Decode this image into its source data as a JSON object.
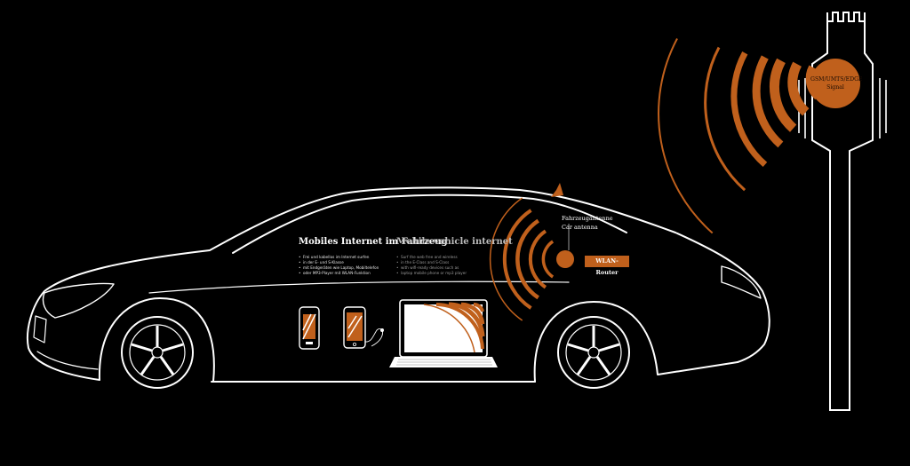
{
  "colors": {
    "background": "#000000",
    "accent": "#c0601c",
    "outline": "#ffffff"
  },
  "labels": {
    "heading_de": "Mobiles Internet im Fahrzeug",
    "heading_en": "Mobile vehicle internet",
    "bullets_de": [
      "Frei und kabellos im Internet surfen",
      "in der E- und S-Klasse",
      "mit Endgeräten wie Laptop, Mobiltelefon",
      "oder MP3-Player mit WLAN-Funktion"
    ],
    "bullets_en": [
      "Surf the web free and wireless",
      "in the E-Class and S-Class",
      "with wifi-ready devices such as",
      "laptop mobile phone or mp3 player"
    ],
    "antenna_de": "Fahrzeugantenne",
    "antenna_en": "Car antenna",
    "router": "WLAN-Router",
    "tower_line1": "GSM/UMTS/EDGE",
    "tower_line2": "Signal"
  },
  "icons": [
    "car-outline-icon",
    "mobile-phone-icon",
    "smartphone-icon",
    "laptop-icon",
    "signal-tower-icon",
    "signal-wave-icon"
  ]
}
